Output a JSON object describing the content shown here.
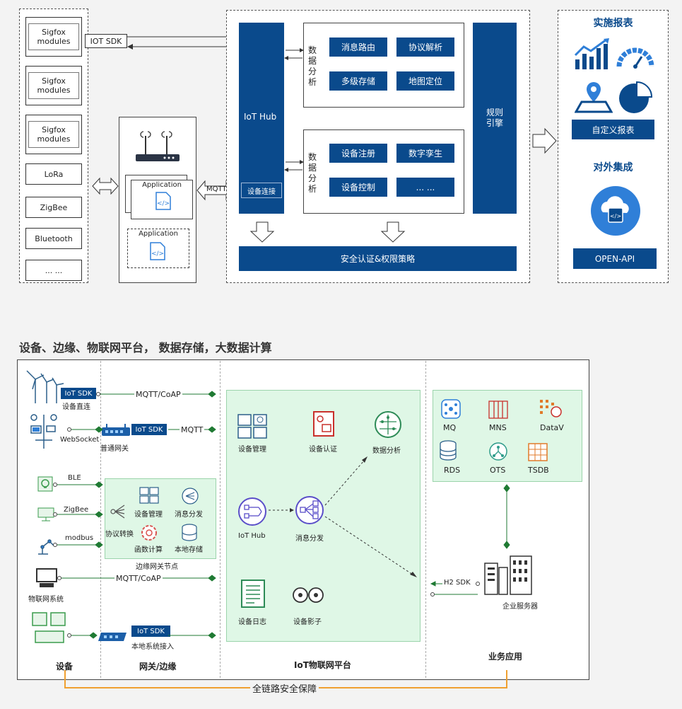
{
  "top": {
    "devices": [
      {
        "label": "Sigfox modules"
      },
      {
        "label": "Sigfox modules"
      },
      {
        "label": "Sigfox modules"
      },
      {
        "label": "LoRa"
      },
      {
        "label": "ZigBee"
      },
      {
        "label": "Bluetooth"
      },
      {
        "label": "... ..."
      }
    ],
    "iot_sdk": "IOT SDK",
    "mqtt": "MQTT",
    "application_1": "Application",
    "application_2": "Application",
    "iot_hub": "IoT Hub",
    "device_connect": "设备连接",
    "data_analysis_1": "数\n据\n分\n析",
    "data_analysis_2": "数\n据\n分\n析",
    "group1": [
      "消息路由",
      "协议解析",
      "多级存储",
      "地图定位"
    ],
    "group2": [
      "设备注册",
      "数字孪生",
      "设备控制",
      "... ..."
    ],
    "rule_engine": "规则\n引擎",
    "security_bar": "安全认证&权限策略",
    "right_title_1": "实施报表",
    "custom_report": "自定义报表",
    "right_title_2": "对外集成",
    "open_api": "OPEN-API"
  },
  "section_title": "设备、边缘、物联网平台， 数据存储，大数据计算",
  "bottom": {
    "col_titles": [
      "设备",
      "网关/边缘",
      "IoT物联网平台",
      "业务应用"
    ],
    "direct_sdk": "IoT SDK",
    "direct_label": "设备直连",
    "mqtt_coap_1": "MQTT/CoAP",
    "websocket": "WebSocket",
    "gw_sdk": "IoT SDK",
    "gw_label": "普通网关",
    "mqtt_2": "MQTT",
    "ble": "BLE",
    "zigbee": "ZigBee",
    "modbus": "modbus",
    "edge_items": [
      "设备管理",
      "消息分发",
      "协议转换",
      "函数计算",
      "本地存储"
    ],
    "edge_node": "边缘网关节点",
    "mqtt_coap_2": "MQTT/CoAP",
    "iot_system": "物联网系统",
    "local_sdk": "IoT SDK",
    "local_access": "本地系统接入",
    "platform_items": [
      "设备管理",
      "设备认证",
      "数据分析",
      "IoT Hub",
      "消息分发",
      "设备日志",
      "设备影子"
    ],
    "cloud_items": [
      "MQ",
      "MNS",
      "DataV",
      "RDS",
      "OTS",
      "TSDB"
    ],
    "h2_sdk": "H2 SDK",
    "enterprise_server": "企业服务器",
    "footer": "全链路安全保障"
  },
  "colors": {
    "blue": "#0a4a8c",
    "green_bg": "#dff7e6",
    "line_green": "#1f7a33",
    "orange": "#f0a030",
    "icon_blue": "#2f7fd8"
  }
}
